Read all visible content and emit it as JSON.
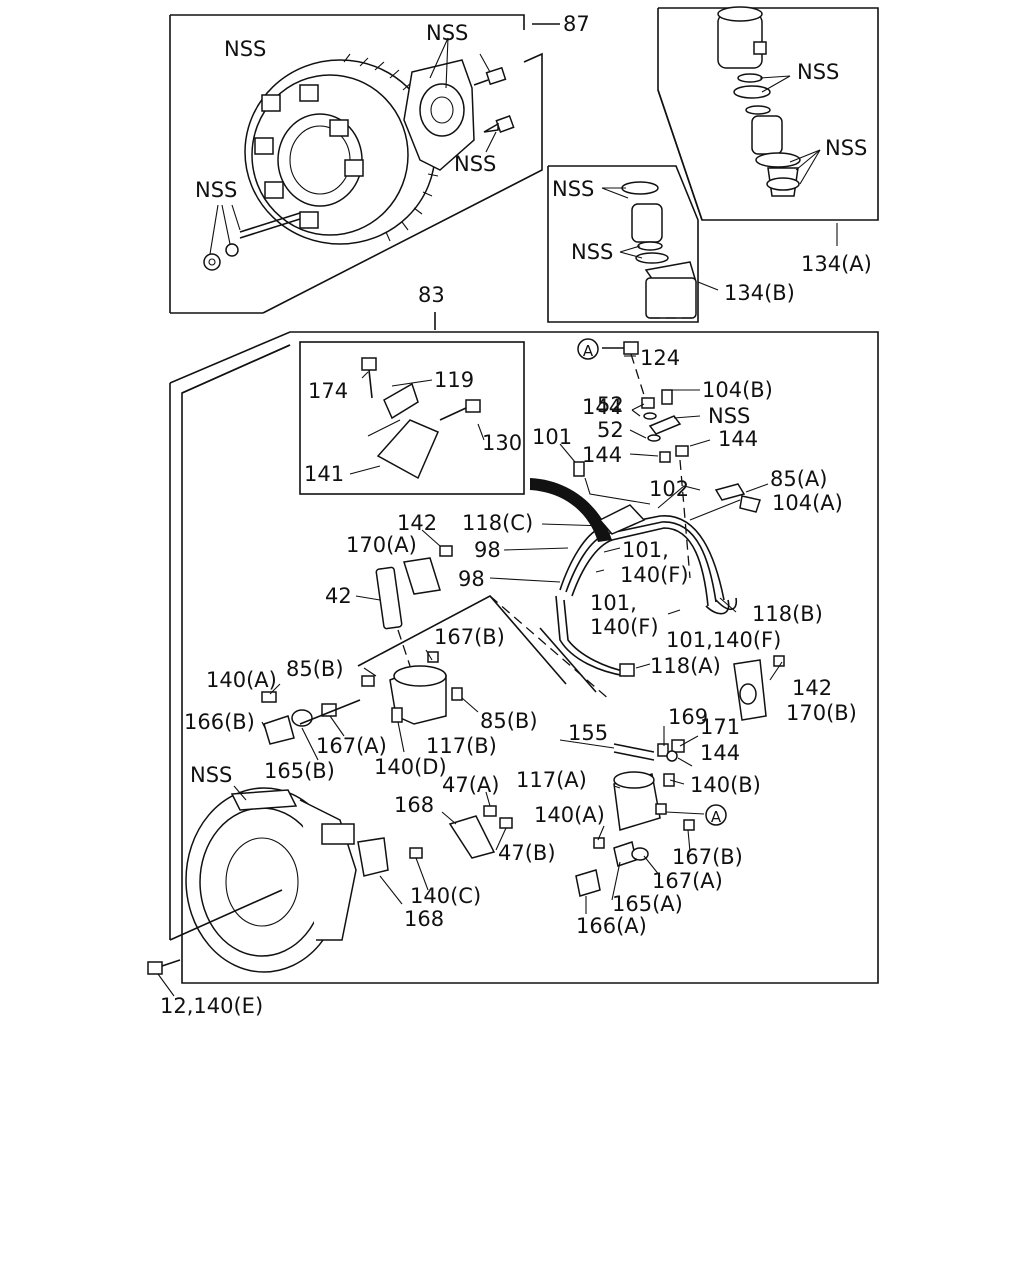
{
  "labels": {
    "l87": "87",
    "l83": "83",
    "nss_fan": "NSS",
    "nss_flange": "NSS",
    "nss_bolt": "NSS",
    "nss_pin": "NSS",
    "nss_134a_1": "NSS",
    "nss_134a_2": "NSS",
    "nss_134b_1": "NSS",
    "nss_134b_2": "NSS",
    "l134a": "134(A)",
    "l134b": "134(B)",
    "l174": "174",
    "l119": "119",
    "l130": "130",
    "l141": "141",
    "circA_1": "A",
    "circA_2": "A",
    "l124": "124",
    "l144a": "144",
    "l104b": "104(B)",
    "l52a": "52",
    "l52b": "52",
    "nss_pipe": "NSS",
    "l101a": "101",
    "l144b": "144",
    "l144c": "144",
    "l85a": "85(A)",
    "l104a": "104(A)",
    "l102": "102",
    "l118c": "118(C)",
    "l142a": "142",
    "l170a": "170(A)",
    "l98a": "98",
    "l101b": "101,",
    "l140fa": "140(F)",
    "l98b": "98",
    "l101c": "101,",
    "l140fb": "140(F)",
    "l118b": "118(B)",
    "l101_140f": "101,140(F)",
    "l42": "42",
    "l167b_1": "167(B)",
    "l118a": "118(A)",
    "l140a_1": "140(A)",
    "l85b_1": "85(B)",
    "l142b": "142",
    "l170b": "170(B)",
    "l166b": "166(B)",
    "l85b_2": "85(B)",
    "l167a_1": "167(A)",
    "l117b": "117(B)",
    "l165b": "165(B)",
    "l140d": "140(D)",
    "l155": "155",
    "l169": "169",
    "l171": "171",
    "l144d": "144",
    "nss_housing": "NSS",
    "l47a": "47(A)",
    "l117a": "117(A)",
    "l140b": "140(B)",
    "l168a": "168",
    "l140a_2": "140(A)",
    "l47b": "47(B)",
    "l167b_2": "167(B)",
    "l167a_2": "167(A)",
    "l140c": "140(C)",
    "l165a": "165(A)",
    "l168b": "168",
    "l166a": "166(A)",
    "l12_140e": "12,140(E)"
  }
}
